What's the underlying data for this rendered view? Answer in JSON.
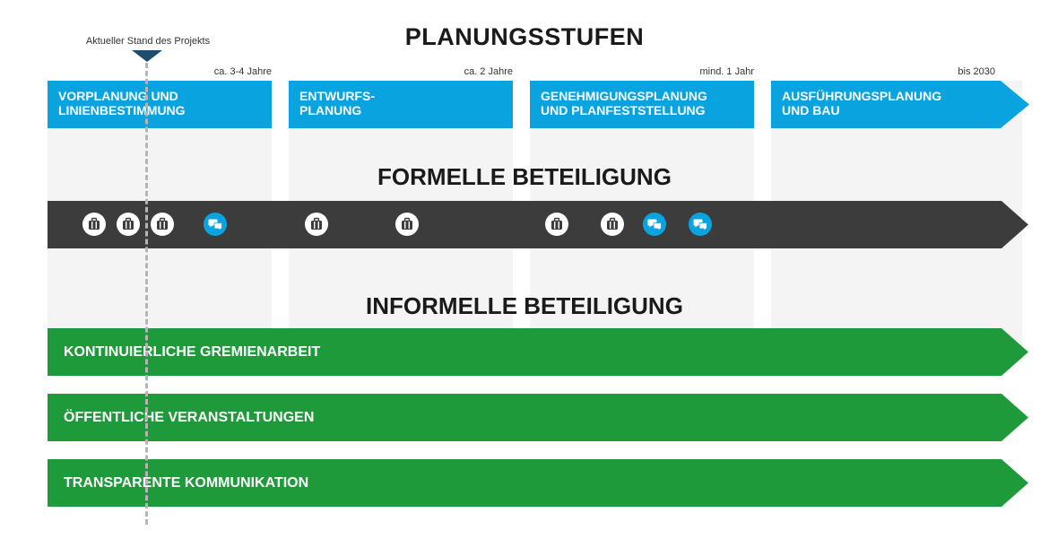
{
  "title": "PLANUNGSSTUFEN",
  "marker": {
    "label": "Aktueller Stand des Projekts"
  },
  "stages": [
    {
      "name": "VORPLANUNG UND\nLINIENBESTIMMUNG",
      "duration": "ca. 3-4 Jahre"
    },
    {
      "name": "ENTWURFS-\nPLANUNG",
      "duration": "ca. 2 Jahre"
    },
    {
      "name": "GENEHMIGUNGSPLANUNG\nUND PLANFESTSTELLUNG",
      "duration": "mind. 1 Jahr"
    },
    {
      "name": "AUSFÜHRUNGSPLANUNG\nUND BAU",
      "duration": "bis 2030"
    }
  ],
  "formal": {
    "heading": "FORMELLE BETEILIGUNG",
    "events": [
      "meeting-icon",
      "meeting-icon",
      "meeting-icon",
      "dialog-icon",
      "meeting-icon",
      "meeting-icon",
      "meeting-icon",
      "meeting-icon",
      "dialog-icon",
      "dialog-icon"
    ]
  },
  "informal": {
    "heading": "INFORMELLE BETEILIGUNG",
    "bars": [
      "KONTINUIERLICHE GREMIENARBEIT",
      "ÖFFENTLICHE VERANSTALTUNGEN",
      "TRANSPARENTE KOMMUNIKATION"
    ]
  },
  "colors": {
    "stage_blue": "#09a3e0",
    "formal_bar": "#3c3c3c",
    "informal_green": "#1f9a3a",
    "marker": "#1d4e70"
  }
}
